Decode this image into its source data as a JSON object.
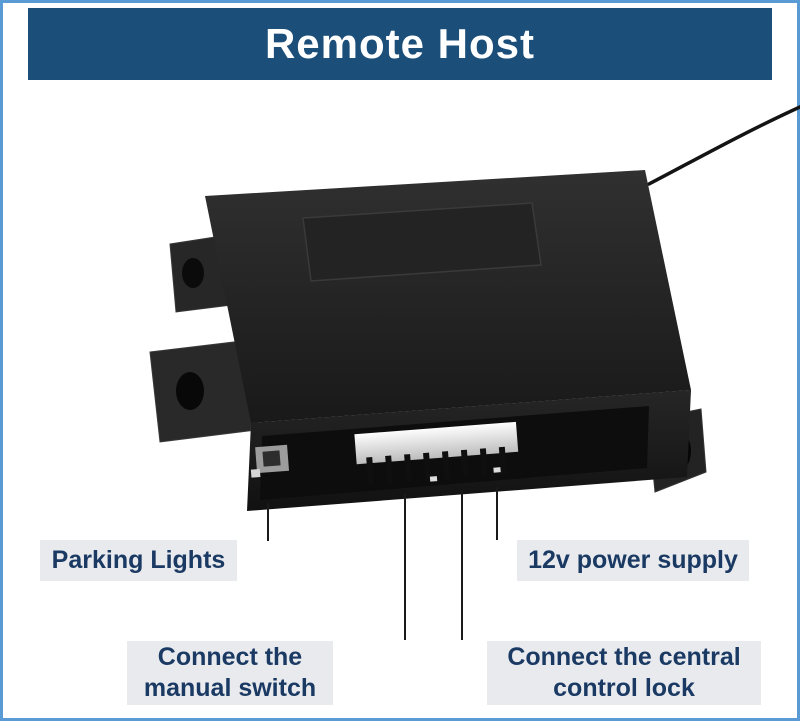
{
  "header": {
    "title": "Remote Host"
  },
  "labels": {
    "parking_lights": "Parking Lights",
    "power_supply": "12v power supply",
    "manual_switch_line1": "Connect the",
    "manual_switch_line2": "manual switch",
    "central_lock_line1": "Connect the central",
    "central_lock_line2": "control lock"
  },
  "colors": {
    "banner_bg": "#1b4e79",
    "title_text": "#ffffff",
    "frame_border": "#5b9bd5",
    "label_bg": "#e8eaee",
    "label_text": "#1b3a63",
    "callout_line": "#1a1a1a",
    "device_body": "#1d1d1d",
    "connector_white": "#ededed"
  }
}
